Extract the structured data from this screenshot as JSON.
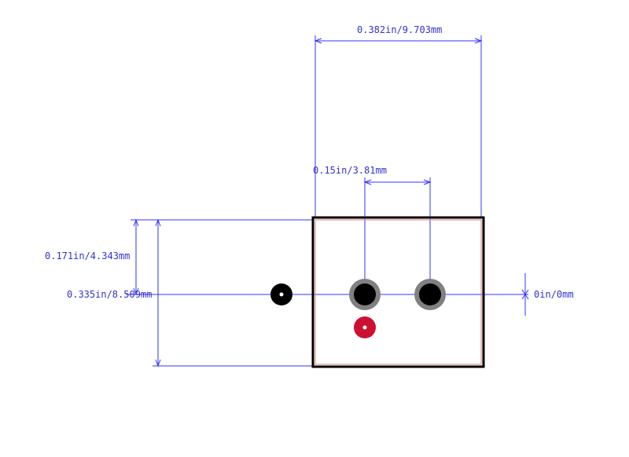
{
  "dimensions": {
    "overall_width": "0.382in/9.703mm",
    "pin_pitch": "0.15in/3.81mm",
    "height_to_pin": "0.171in/4.343mm",
    "overall_height": "0.335in/8.509mm",
    "offset": "0in/0mm"
  },
  "colors": {
    "dimension_line": "#3333ff",
    "outline": "#000000",
    "courtyard": "#e08080",
    "pad_ring": "#808080",
    "pad_center": "#000000",
    "marker_red": "#cc1133"
  }
}
